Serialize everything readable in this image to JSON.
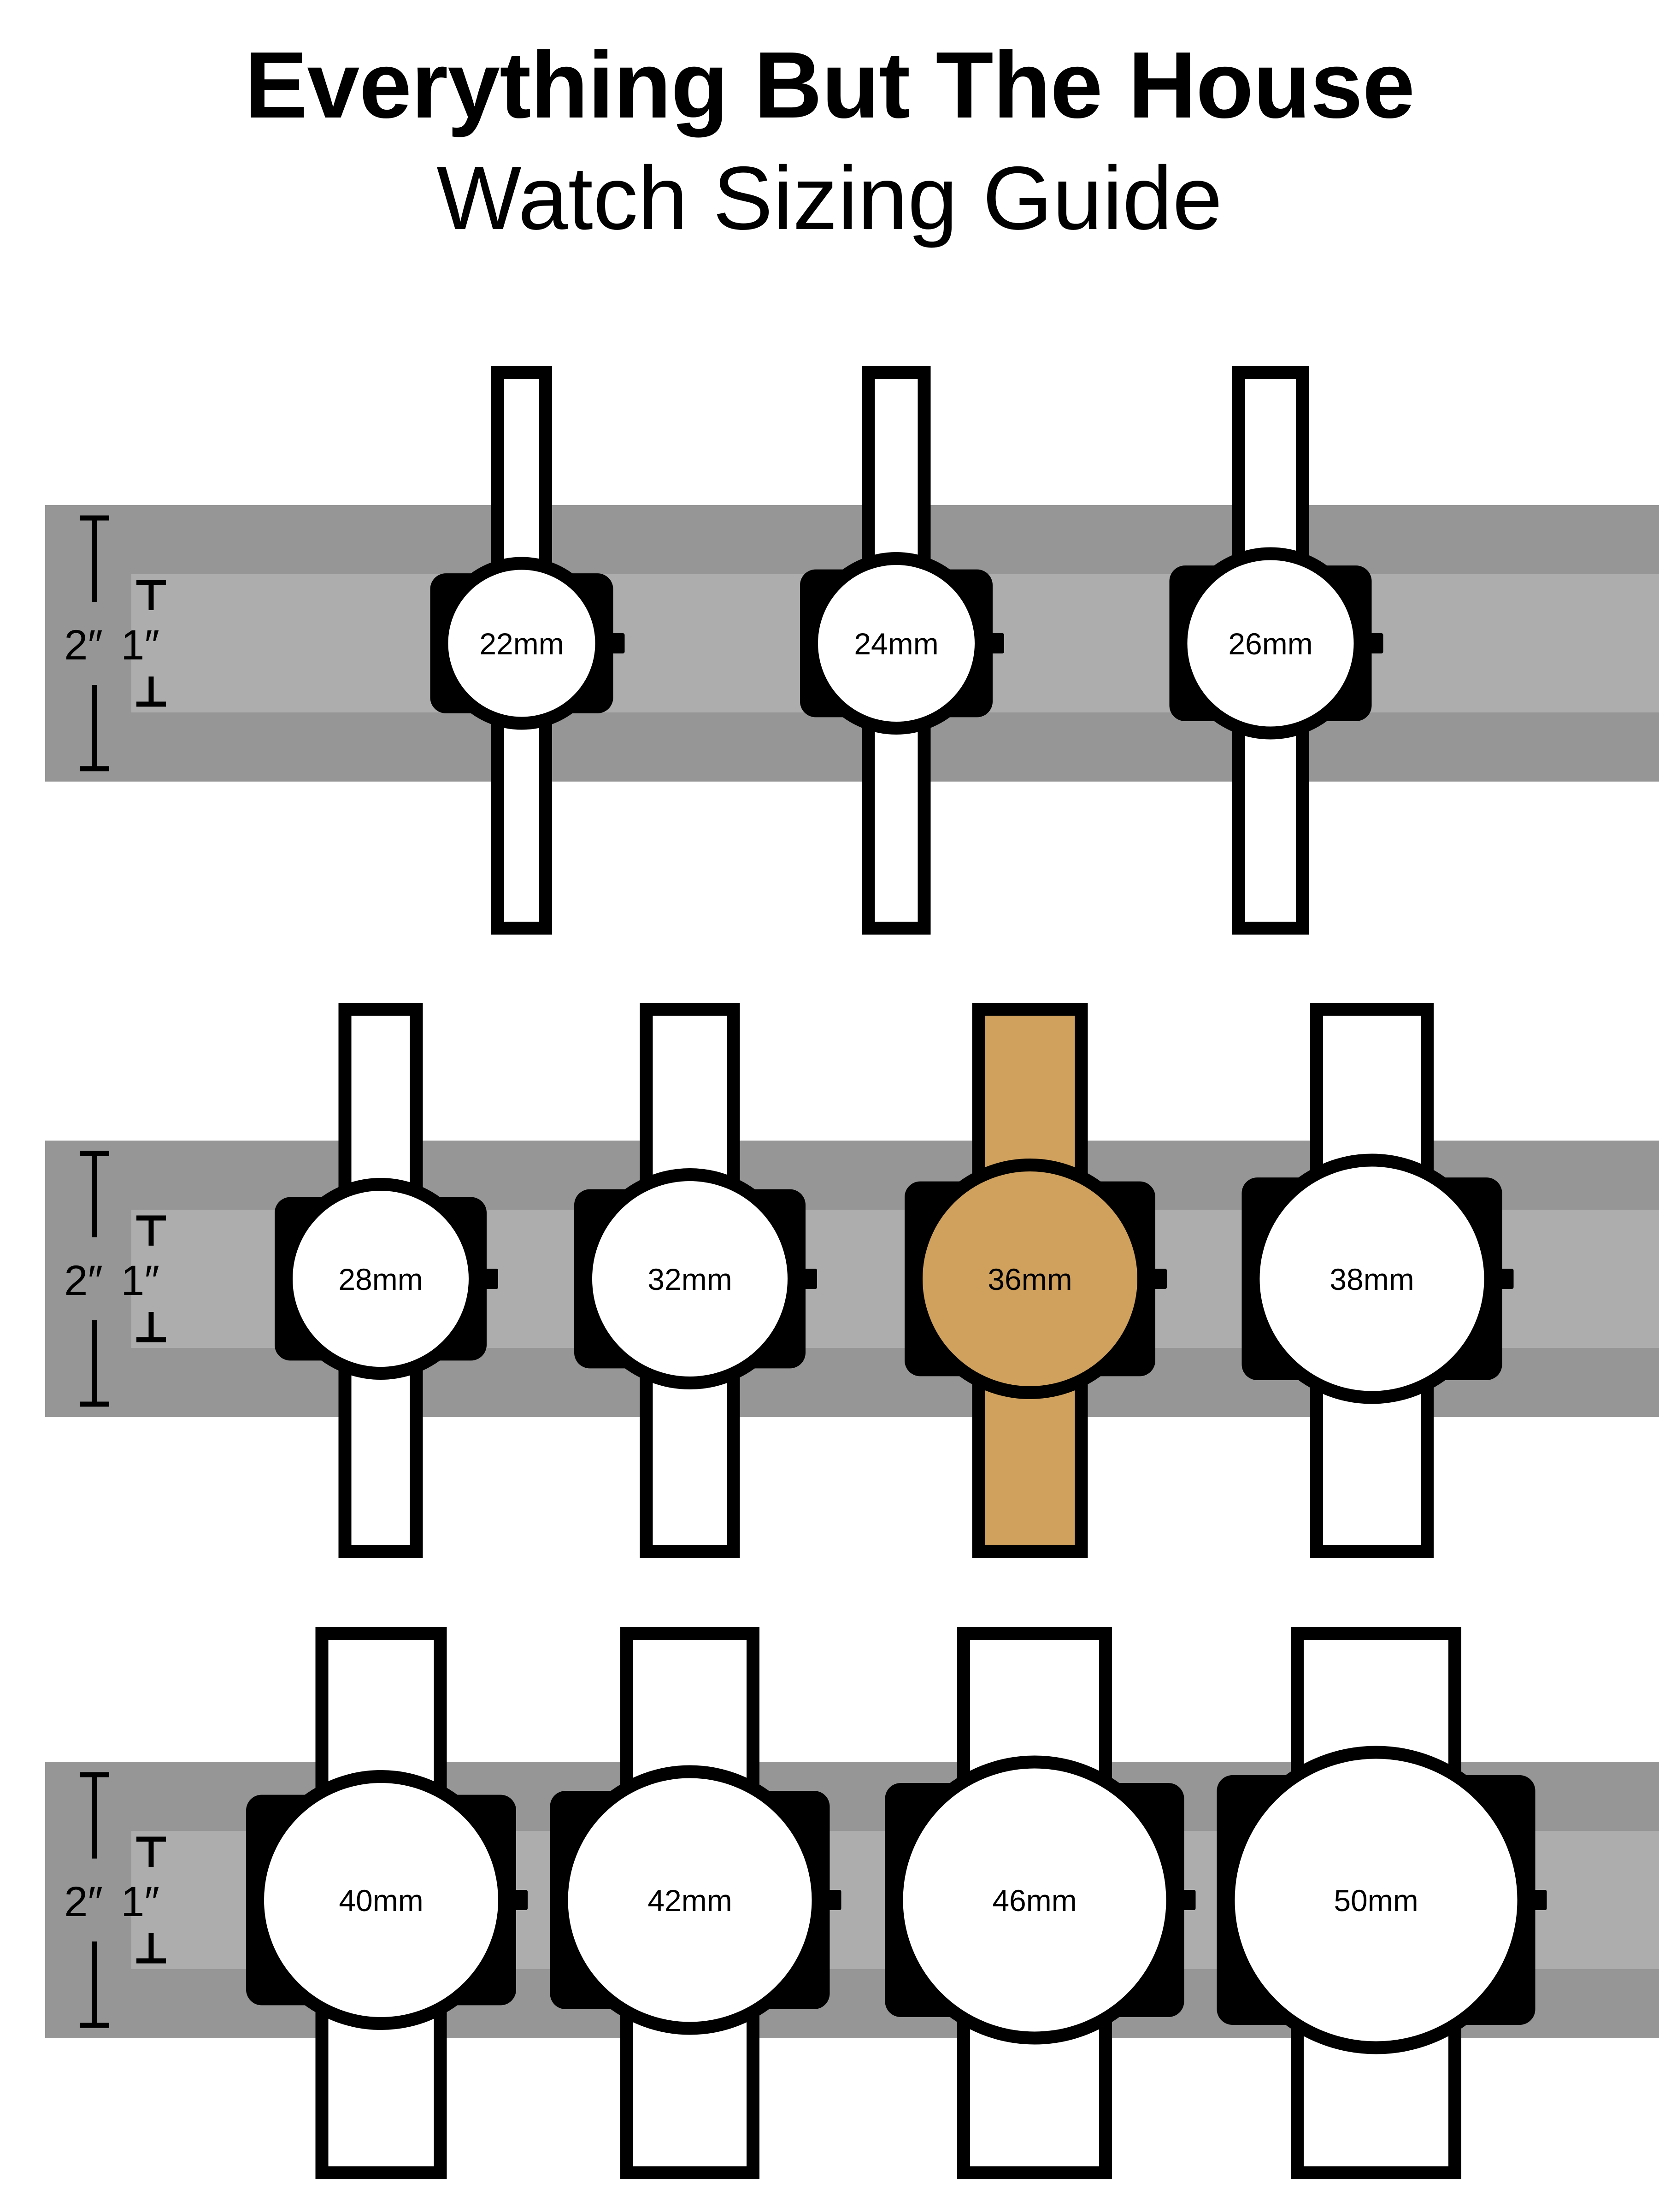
{
  "header": {
    "title": "Everything But The House",
    "subtitle": "Watch Sizing Guide"
  },
  "scale": {
    "outer_label": "2″",
    "inner_label": "1″"
  },
  "colors": {
    "band_outer": "#969696",
    "band_inner": "#adadad",
    "outline": "#000000",
    "fill": "#ffffff",
    "highlight": "#d0a15d"
  },
  "rows": [
    {
      "watches": [
        {
          "label": "22mm",
          "size_mm": 22,
          "highlighted": false
        },
        {
          "label": "24mm",
          "size_mm": 24,
          "highlighted": false
        },
        {
          "label": "26mm",
          "size_mm": 26,
          "highlighted": false
        }
      ]
    },
    {
      "watches": [
        {
          "label": "28mm",
          "size_mm": 28,
          "highlighted": false
        },
        {
          "label": "32mm",
          "size_mm": 32,
          "highlighted": false
        },
        {
          "label": "36mm",
          "size_mm": 36,
          "highlighted": true
        },
        {
          "label": "38mm",
          "size_mm": 38,
          "highlighted": false
        }
      ]
    },
    {
      "watches": [
        {
          "label": "40mm",
          "size_mm": 40,
          "highlighted": false
        },
        {
          "label": "42mm",
          "size_mm": 42,
          "highlighted": false
        },
        {
          "label": "46mm",
          "size_mm": 46,
          "highlighted": false
        },
        {
          "label": "50mm",
          "size_mm": 50,
          "highlighted": false
        }
      ]
    }
  ]
}
